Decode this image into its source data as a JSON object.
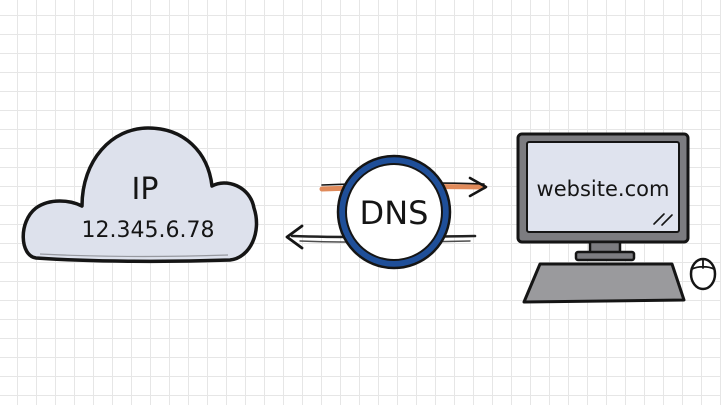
{
  "cloud": {
    "title": "IP",
    "address": "12.345.6.78"
  },
  "dns": {
    "label": "DNS"
  },
  "computer": {
    "screen_text": "website.com"
  },
  "colors": {
    "cloud_fill": "#dde1ec",
    "dns_ring": "#1f4f99",
    "arrow_top": "#e08a5a",
    "arrow_bottom": "#222222",
    "monitor_screen": "#dfe3ee",
    "monitor_body": "#7c7c80",
    "keyboard": "#9a9a9d",
    "outline": "#151515"
  }
}
